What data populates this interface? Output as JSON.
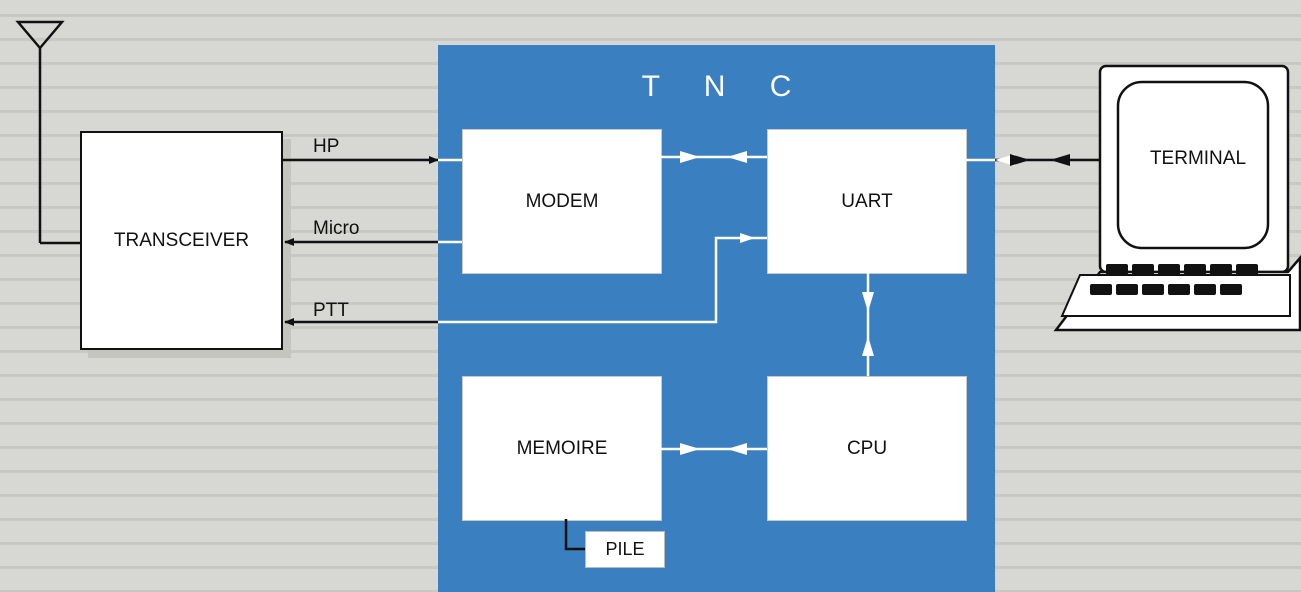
{
  "diagram": {
    "tnc_title": "T N C",
    "blocks": {
      "modem": "MODEM",
      "uart": "UART",
      "memoire": "MEMOIRE",
      "cpu": "CPU",
      "pile": "PILE",
      "transceiver": "TRANSCEIVER",
      "terminal": "TERMINAL"
    },
    "signals": {
      "hp": "HP",
      "micro": "Micro",
      "ptt": "PTT"
    }
  },
  "colors": {
    "tnc_background": "#3a7fc0",
    "page_background": "#d7d7d3"
  }
}
